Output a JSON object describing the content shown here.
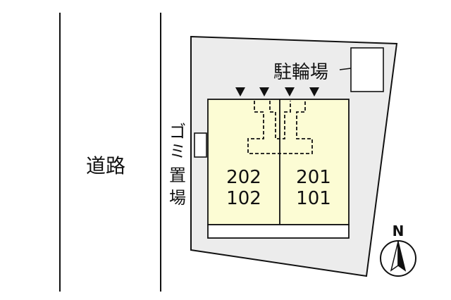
{
  "road": {
    "label": "道路"
  },
  "bicycle_parking": {
    "label": "駐輪場"
  },
  "garbage": {
    "chars": [
      "ゴ",
      "ミ",
      "置",
      "場"
    ]
  },
  "units": {
    "left": {
      "upper": "202",
      "lower": "102"
    },
    "right": {
      "upper": "201",
      "lower": "101"
    }
  },
  "compass": {
    "label": "N"
  },
  "colors": {
    "lot": "#ececec",
    "building": "#fcfcd4",
    "line": "#111111"
  }
}
